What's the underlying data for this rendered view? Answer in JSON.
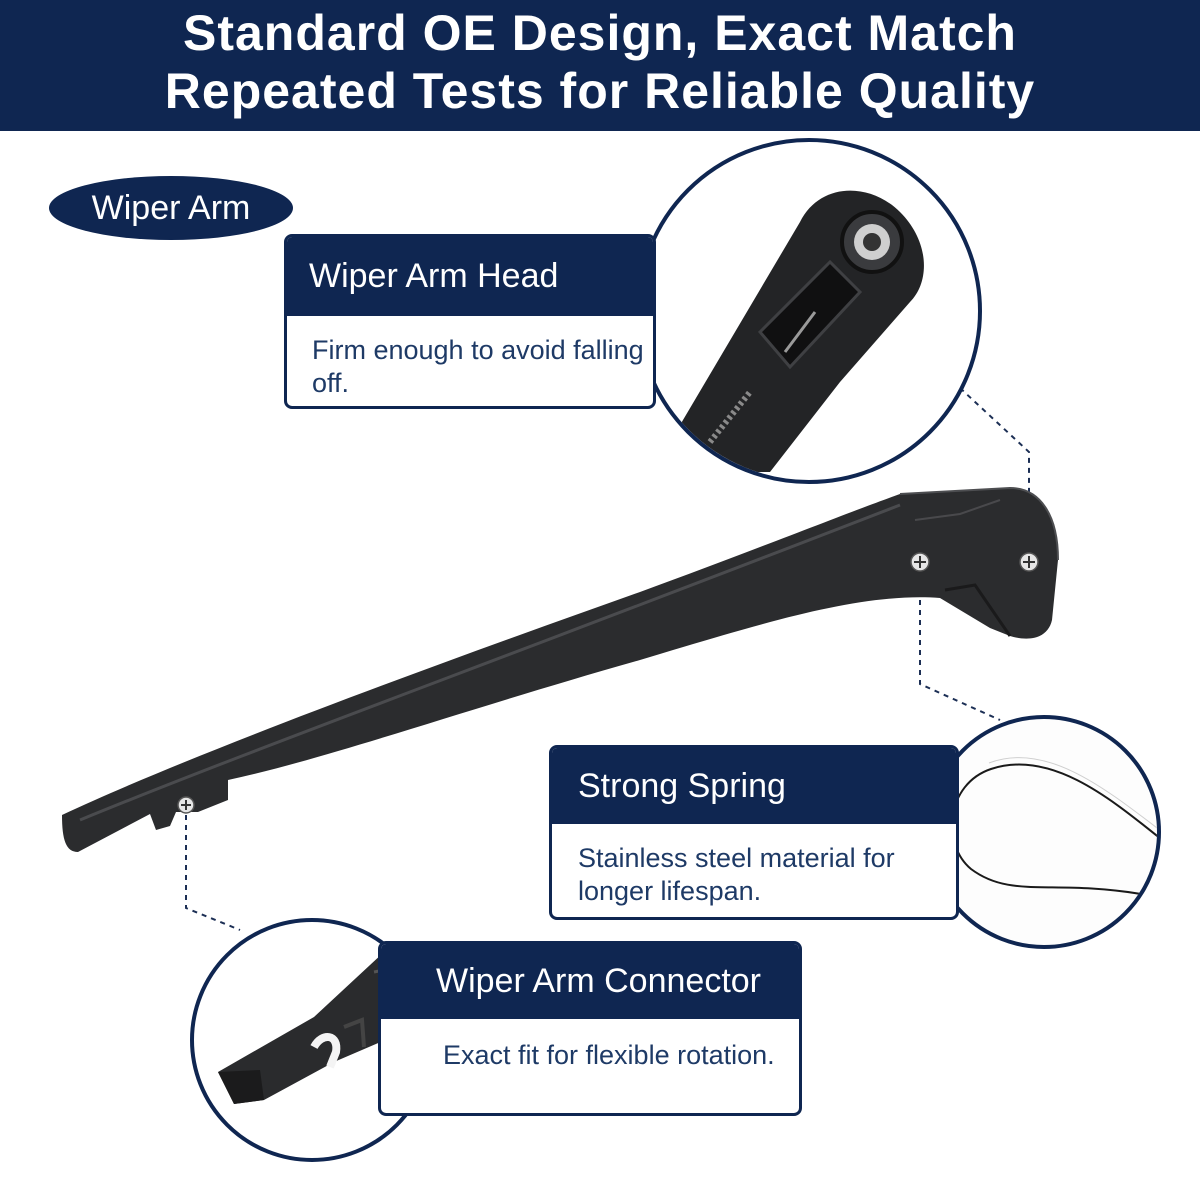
{
  "banner": {
    "line1": "Standard OE Design, Exact Match",
    "line2": "Repeated Tests for Reliable Quality"
  },
  "product_label": "Wiper Arm",
  "features": [
    {
      "title": "Wiper Arm Head",
      "desc": "Firm enough to avoid falling off."
    },
    {
      "title": "Strong Spring",
      "desc": "Stainless steel material for longer lifespan."
    },
    {
      "title": "Wiper Arm Connector",
      "desc": "Exact fit for flexible rotation."
    }
  ],
  "colors": {
    "navy": "#0f2651",
    "arm": "#2b2c2e",
    "text": "#1e3a66"
  }
}
